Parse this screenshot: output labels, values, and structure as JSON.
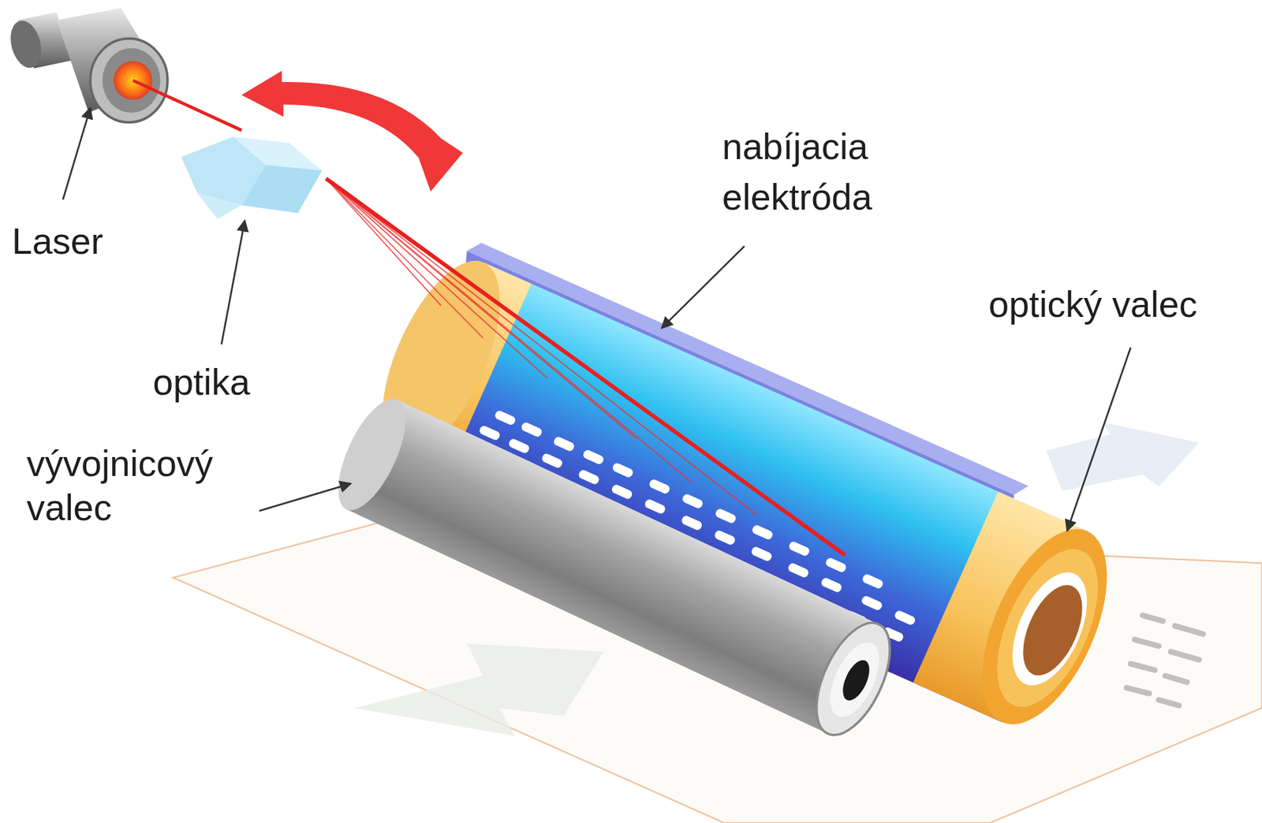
{
  "diagram": {
    "labels": [
      "Laser",
      "optika",
      "nabíjacia elektróda",
      "optický valec",
      "vývojnicový valec"
    ]
  }
}
